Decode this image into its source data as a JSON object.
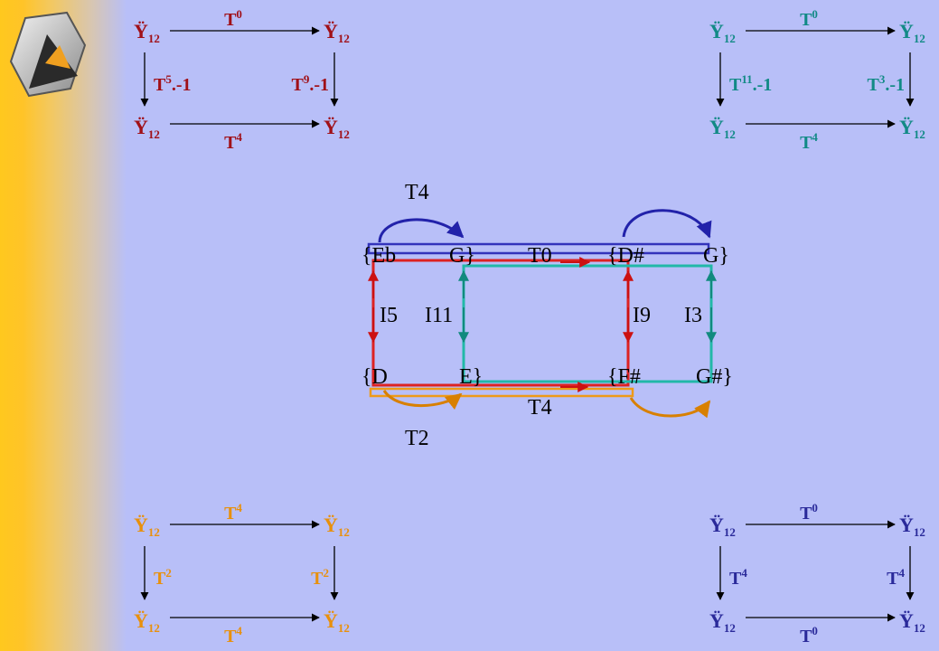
{
  "colors": {
    "red": "#a01018",
    "teal": "#128a86",
    "orange": "#e8900c",
    "blue": "#2a2a9a",
    "set_red": "#dd2222",
    "set_teal": "#22b8a8",
    "set_orange": "#ee9a18",
    "set_blue": "#3333bb"
  },
  "logo": {
    "icon": "triangle-logo-icon"
  },
  "squares": [
    {
      "id": "top-left",
      "color": "red",
      "nodes": {
        "tl": "Ÿ",
        "tr": "Ÿ",
        "bl": "Ÿ",
        "br": "Ÿ",
        "sub": "12"
      },
      "top_label": {
        "base": "T",
        "sup": "0",
        "suffix": ""
      },
      "bottom_label": {
        "base": "T",
        "sup": "4",
        "suffix": ""
      },
      "left_label": {
        "base": "T",
        "sup": "5",
        "suffix": ".-1"
      },
      "right_label": {
        "base": "T",
        "sup": "9",
        "suffix": ".-1"
      }
    },
    {
      "id": "top-right",
      "color": "teal",
      "nodes": {
        "tl": "Ÿ",
        "tr": "Ÿ",
        "bl": "Ÿ",
        "br": "Ÿ",
        "sub": "12"
      },
      "top_label": {
        "base": "T",
        "sup": "0",
        "suffix": ""
      },
      "bottom_label": {
        "base": "T",
        "sup": "4",
        "suffix": ""
      },
      "left_label": {
        "base": "T",
        "sup": "11",
        "suffix": ".-1"
      },
      "right_label": {
        "base": "T",
        "sup": "3",
        "suffix": ".-1"
      }
    },
    {
      "id": "bottom-left",
      "color": "orange",
      "nodes": {
        "tl": "Ÿ",
        "tr": "Ÿ",
        "bl": "Ÿ",
        "br": "Ÿ",
        "sub": "12"
      },
      "top_label": {
        "base": "T",
        "sup": "4",
        "suffix": ""
      },
      "bottom_label": {
        "base": "T",
        "sup": "4",
        "suffix": ""
      },
      "left_label": {
        "base": "T",
        "sup": "2",
        "suffix": ""
      },
      "right_label": {
        "base": "T",
        "sup": "2",
        "suffix": ""
      }
    },
    {
      "id": "bottom-right",
      "color": "blue",
      "nodes": {
        "tl": "Ÿ",
        "tr": "Ÿ",
        "bl": "Ÿ",
        "br": "Ÿ",
        "sub": "12"
      },
      "top_label": {
        "base": "T",
        "sup": "0",
        "suffix": ""
      },
      "bottom_label": {
        "base": "T",
        "sup": "0",
        "suffix": ""
      },
      "left_label": {
        "base": "T",
        "sup": "4",
        "suffix": ""
      },
      "right_label": {
        "base": "T",
        "sup": "4",
        "suffix": ""
      }
    }
  ],
  "center": {
    "sets": {
      "top_left": "{Eb",
      "top_left_2": "G}",
      "top_right": "{D#",
      "top_right_2": "G}",
      "bottom_left": "{D",
      "bottom_left_2": "E}",
      "bottom_right": "{F#",
      "bottom_right_2": "G#}"
    },
    "labels": {
      "t4_top": "T4",
      "t0": "T0",
      "i5": "I5",
      "i11": "I11",
      "i9": "I9",
      "i3": "I3",
      "t4_bottom": "T4",
      "t2": "T2"
    }
  }
}
